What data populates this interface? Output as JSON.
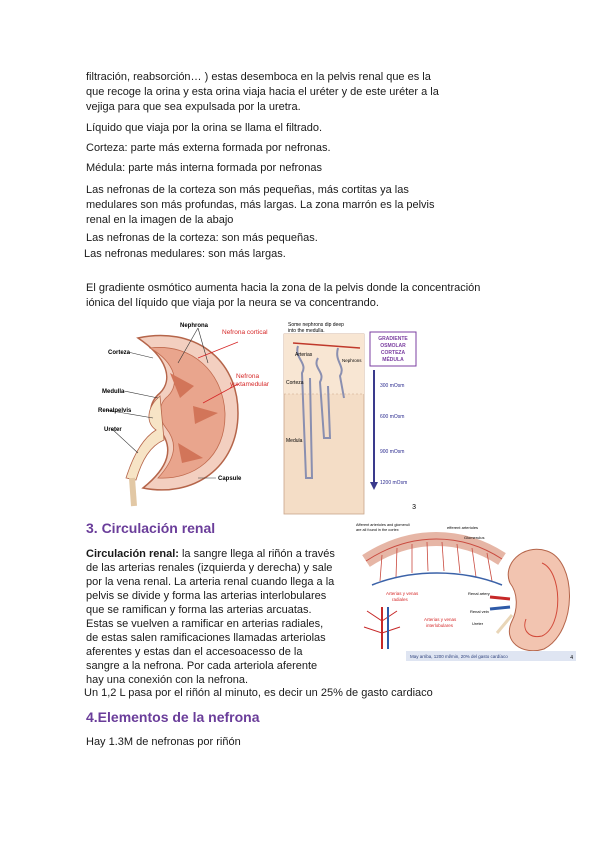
{
  "paragraphs": {
    "intro": [
      "filtración, reabsorción… ) estas desemboca en la pelvis renal que es la",
      "que recoge la orina y esta orina viaja hacia el uréter y de este uréter a la",
      "vejiga para que sea expulsada por la uretra."
    ],
    "filtrado": "Líquido que viaja por la orina se llama el filtrado.",
    "corteza": "Corteza: parte más externa formada por nefronas.",
    "medula": "Médula: parte más interna formada por nefronas",
    "nefronas": [
      "Las nefronas de la corteza son más pequeñas, más cortitas ya las",
      "medulares son más profundas, más largas. La zona marrón es la pelvis",
      "renal en la imagen de la abajo"
    ],
    "corteza_small": "Las nefronas de la corteza: son más pequeñas.",
    "medulares_large": "Las nefronas medulares: son más largas.",
    "gradiente": [
      "El gradiente osmótico aumenta hacia la zona de la pelvis donde la concentración",
      "iónica del líquido que viaja por la neura se va concentrando."
    ]
  },
  "figure1": {
    "labels": {
      "nephrona": "Nephrona",
      "corteza": "Corteza",
      "medulla": "Medulla",
      "renalpelvis": "Renalpelvis",
      "ureter": "Ureter",
      "capsule": "Capsule",
      "nefrona_cortical": "Nefrona cortical",
      "nefrona_yuxta_1": "Nefrona",
      "nefrona_yuxta_2": "yuxtamedular"
    },
    "middle": {
      "caption_1": "Some nephrons dip deep",
      "caption_2": "into the medulla.",
      "arterias": "Arterias",
      "nephrons": "Nephrons",
      "corteza": "Corteza",
      "medula": "Medula"
    },
    "gradient_box": [
      "GRADIENTE",
      "OSMOLAR",
      "CORTEZA",
      "MÉDULA"
    ],
    "osm": [
      "300 mOsm",
      "600 mOsm",
      "900 mOsm",
      "1200 mOsm"
    ],
    "page_num": "3"
  },
  "section3": {
    "title": "3. Circulación renal",
    "lead": "Circulación renal:",
    "first_line_rest": " la sangre llega al riñón a través",
    "lines": [
      "de las arterias renales (izquierda y derecha) y sale",
      "por la vena renal. La arteria renal cuando llega a la",
      "pelvis se divide y forma las arterias interlobulares",
      "que se ramifican y forma las arterias arcuatas.",
      "Estas se vuelven a ramificar en arterias radiales,",
      "de estas salen ramificaciones llamadas arteriolas",
      "aferentes y estas dan el accesoacesso de la",
      "sangre a la nefrona. Por cada arteriola aferente",
      "hay una conexión con la nefrona."
    ],
    "flow": "Un 1,2 L pasa por el riñón al minuto, es decir un 25% de gasto cardiaco"
  },
  "figure2": {
    "labels": {
      "top_1": "Afferent arterioles and glomeruli",
      "top_2": "are all found in the cortex",
      "efferent": "efferent arterioles",
      "glomerulus": "Glomerulus",
      "renal_artery": "Renal artery",
      "renal_vein": "Renal vein",
      "ureter": "Ureter",
      "arterias_1": "Arterias y venas",
      "arterias_2": "radiales",
      "interlobulares_1": "Arterias y venas",
      "interlobulares_2": "interlobulares"
    },
    "caption": "May arriba, 1200 ml/min, 20% del gasto cardíaco",
    "page_num": "4"
  },
  "section4": {
    "title": "4.Elementos de la nefrona",
    "text": "Hay 1.3M de nefronas por riñón"
  }
}
